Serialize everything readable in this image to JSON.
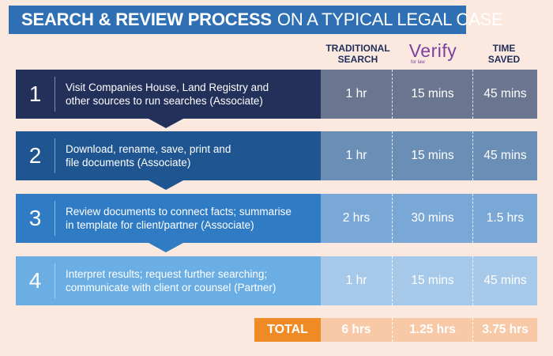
{
  "title": {
    "bold": "SEARCH & REVIEW PROCESS",
    "light": "ON A TYPICAL LEGAL CASE"
  },
  "columns": {
    "traditional_line1": "TRADITIONAL",
    "traditional_line2": "SEARCH",
    "verify_brand": "Verify",
    "verify_sub": "for law",
    "time_line1": "TIME",
    "time_line2": "SAVED"
  },
  "rows": [
    {
      "num": "1",
      "line1": "Visit Companies House, Land Registry and",
      "line2": "other sources to run searches (Associate)",
      "traditional": "1 hr",
      "verify": "15 mins",
      "saved": "45 mins"
    },
    {
      "num": "2",
      "line1": "Download, rename, save, print and",
      "line2": "file documents (Associate)",
      "traditional": "1 hr",
      "verify": "15 mins",
      "saved": "45 mins"
    },
    {
      "num": "3",
      "line1": "Review documents to connect facts; summarise",
      "line2": "in template for client/partner (Associate)",
      "traditional": "2 hrs",
      "verify": "30 mins",
      "saved": "1.5 hrs"
    },
    {
      "num": "4",
      "line1": "Interpret results; request further searching;",
      "line2": "communicate with client or counsel (Partner)",
      "traditional": "1 hr",
      "verify": "15 mins",
      "saved": "45 mins"
    }
  ],
  "total": {
    "label": "TOTAL",
    "traditional": "6 hrs",
    "verify": "1.25 hrs",
    "saved": "3.75 hrs"
  },
  "colors": {
    "background": "#fbe9df",
    "banner": "#2f6fb3",
    "row1": "#22305a",
    "row2": "#1f5590",
    "row3": "#2f7cc4",
    "row4": "#6aaee3",
    "total_accent": "#f08a24",
    "verify_purple": "#7b3fa0"
  }
}
